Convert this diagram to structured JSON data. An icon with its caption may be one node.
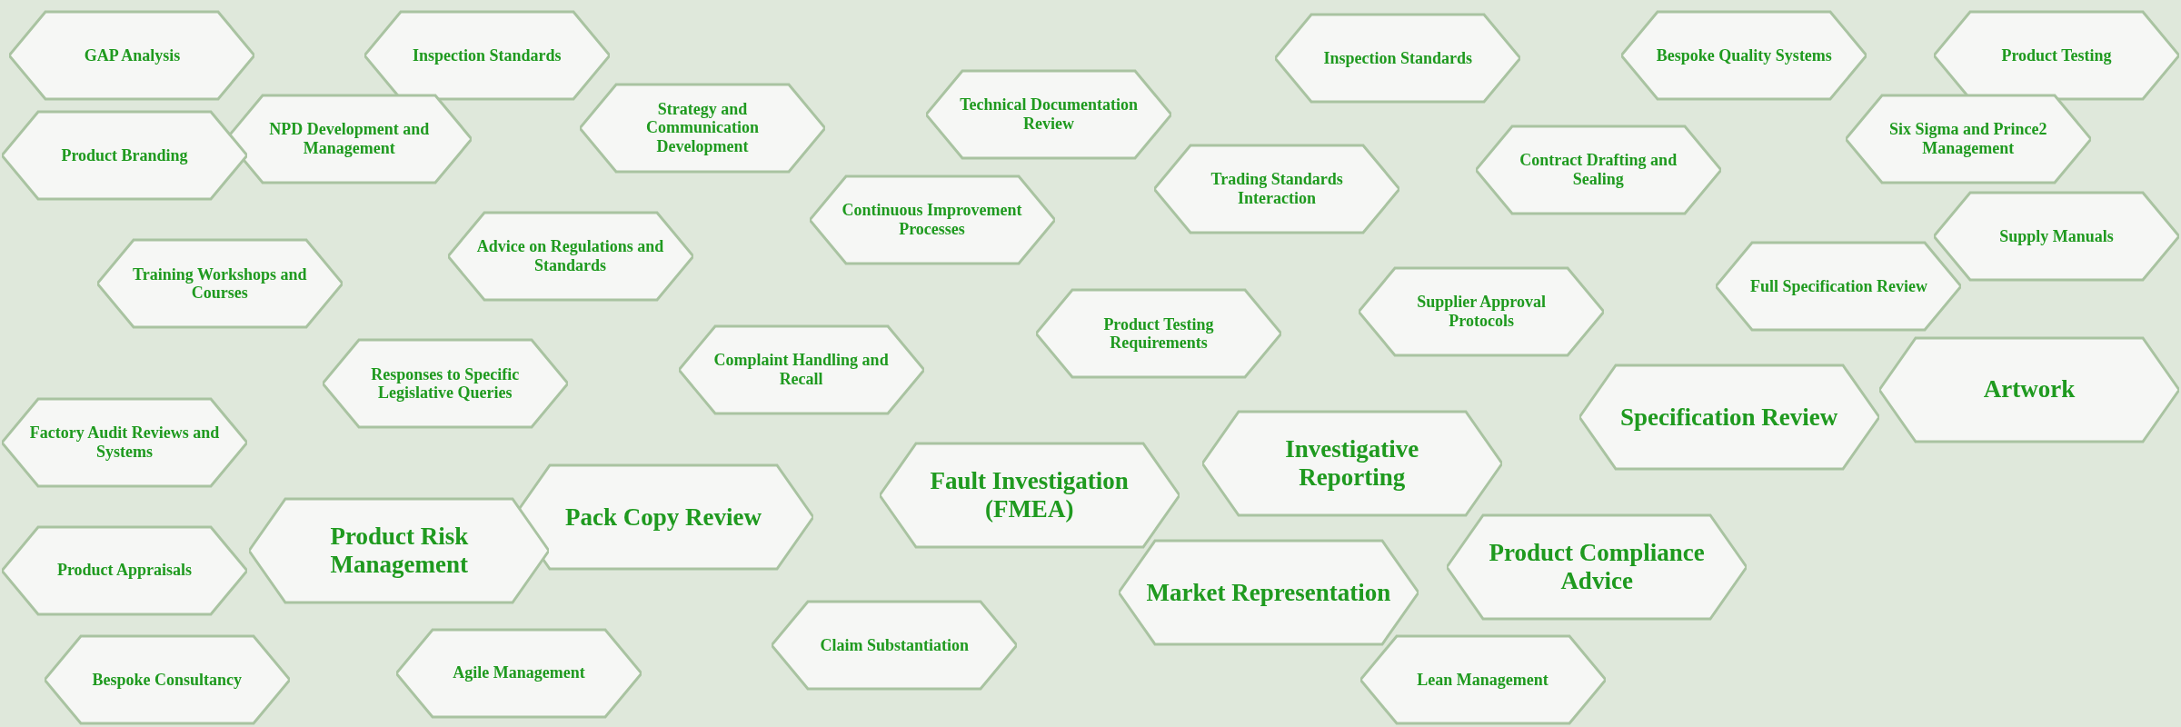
{
  "diagram": {
    "nodes": [
      {
        "text": [
          "GAP Analysis"
        ]
      },
      {
        "text": [
          "Inspection Standards"
        ]
      },
      {
        "text": [
          "Inspection Standards"
        ]
      },
      {
        "text": [
          "Bespoke Quality Systems"
        ]
      },
      {
        "text": [
          "Product Testing"
        ]
      },
      {
        "text": [
          "Technical Documentation Review"
        ]
      },
      {
        "text": [
          "NPD Development and Management"
        ]
      },
      {
        "text": [
          "Strategy and Communication Development"
        ]
      },
      {
        "text": [
          "Six Sigma and Prince2 Management"
        ]
      },
      {
        "text": [
          "Product Branding"
        ]
      },
      {
        "text": [
          "Contract Drafting and Sealing"
        ]
      },
      {
        "text": [
          "Trading Standards Interaction"
        ]
      },
      {
        "text": [
          "Continuous Improvement Processes"
        ]
      },
      {
        "text": [
          "Supply Manuals"
        ]
      },
      {
        "text": [
          "Advice on Regulations and Standards"
        ]
      },
      {
        "text": [
          "Training Workshops and Courses"
        ]
      },
      {
        "text": [
          "Full Specification Review"
        ]
      },
      {
        "text": [
          "Supplier Approval Protocols"
        ]
      },
      {
        "text": [
          "Product Testing Requirements"
        ]
      },
      {
        "text": [
          "Complaint Handling and Recall"
        ]
      },
      {
        "text": [
          "Responses to Specific Legislative Queries"
        ]
      },
      {
        "text": [
          "Artwork"
        ]
      },
      {
        "text": [
          "Specification Review"
        ]
      },
      {
        "text": [
          "Factory Audit Reviews and Systems"
        ]
      },
      {
        "text": [
          "Investigative Reporting"
        ]
      },
      {
        "text": [
          "Fault Investigation (FMEA)"
        ]
      },
      {
        "text": [
          "Pack Copy Review"
        ]
      },
      {
        "text": [
          "Product Risk Management"
        ]
      },
      {
        "text": [
          "Product Compliance Advice"
        ]
      },
      {
        "text": [
          "Product Appraisals"
        ]
      },
      {
        "text": [
          "Market Representation"
        ]
      },
      {
        "text": [
          "Claim Substantiation"
        ]
      },
      {
        "text": [
          "Agile Management"
        ]
      },
      {
        "text": [
          "Bespoke Consultancy"
        ]
      },
      {
        "text": [
          "Lean Management"
        ]
      }
    ]
  }
}
